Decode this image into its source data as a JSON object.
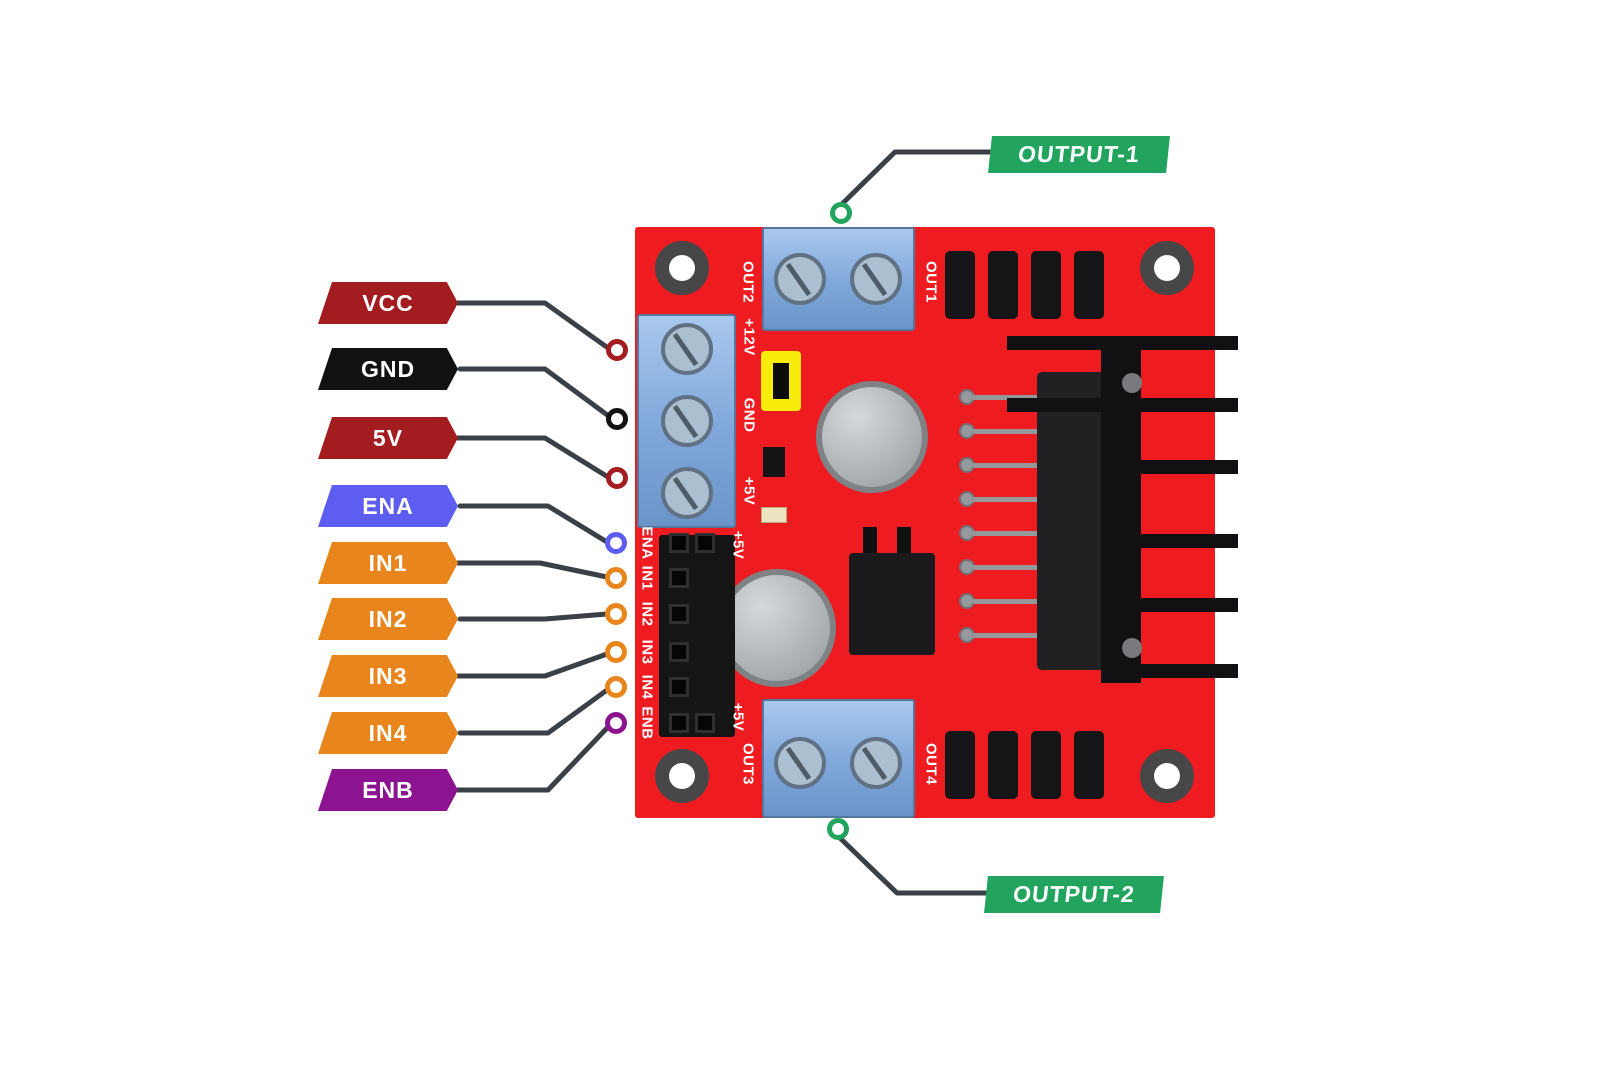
{
  "left_pins": [
    {
      "label": "VCC",
      "color": "#a31c1f"
    },
    {
      "label": "GND",
      "color": "#121212"
    },
    {
      "label": "5V",
      "color": "#a31c1f"
    },
    {
      "label": "ENA",
      "color": "#5d5df2"
    },
    {
      "label": "IN1",
      "color": "#e8861d"
    },
    {
      "label": "IN2",
      "color": "#e8861d"
    },
    {
      "label": "IN3",
      "color": "#e8861d"
    },
    {
      "label": "IN4",
      "color": "#e8861d"
    },
    {
      "label": "ENB",
      "color": "#8c1490"
    }
  ],
  "output_tags": [
    {
      "label": "OUTPUT-1",
      "color": "#22a45e"
    },
    {
      "label": "OUTPUT-2",
      "color": "#22a45e"
    }
  ],
  "board": {
    "color": "#ee1b21",
    "terminals": {
      "top_left": "OUT2",
      "top_right": "OUT1",
      "bottom_left": "OUT3",
      "bottom_right": "OUT4",
      "power": [
        "+12V",
        "GND",
        "+5V"
      ]
    },
    "header": {
      "pins": [
        "ENA",
        "IN1",
        "IN2",
        "IN3",
        "IN4",
        "ENB"
      ],
      "top": "+5V",
      "bottom": "+5V"
    }
  }
}
